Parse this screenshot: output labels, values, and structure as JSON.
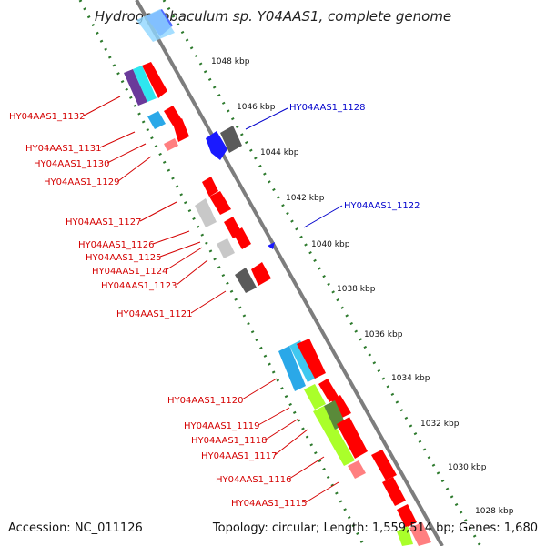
{
  "title": "Hydrogenobaculum sp. Y04AAS1, complete genome",
  "accession": "Accession: NC_011126",
  "topology": "Topology: circular; Length: 1,559,514 bp; Genes: 1,680",
  "ticks": [
    "1048 kbp",
    "1046 kbp",
    "1044 kbp",
    "1042 kbp",
    "1040 kbp",
    "1038 kbp",
    "1036 kbp",
    "1034 kbp",
    "1032 kbp",
    "1030 kbp",
    "1028 kbp"
  ],
  "labels_left": [
    "HY04AAS1_1132",
    "HY04AAS1_1131",
    "HY04AAS1_1130",
    "HY04AAS1_1129",
    "HY04AAS1_1127",
    "HY04AAS1_1126",
    "HY04AAS1_1125",
    "HY04AAS1_1124",
    "HY04AAS1_1123",
    "HY04AAS1_1121",
    "HY04AAS1_1120",
    "HY04AAS1_1119",
    "HY04AAS1_1118",
    "HY04AAS1_1117",
    "HY04AAS1_1116",
    "HY04AAS1_1115"
  ],
  "labels_right": [
    "HY04AAS1_1128",
    "HY04AAS1_1122"
  ],
  "colors": {
    "forward": "#ff0000",
    "reverse_blue": "#1a1aff",
    "label_red": "#d40000",
    "label_blue": "#0000cc",
    "grid": "#2d7a2d"
  }
}
